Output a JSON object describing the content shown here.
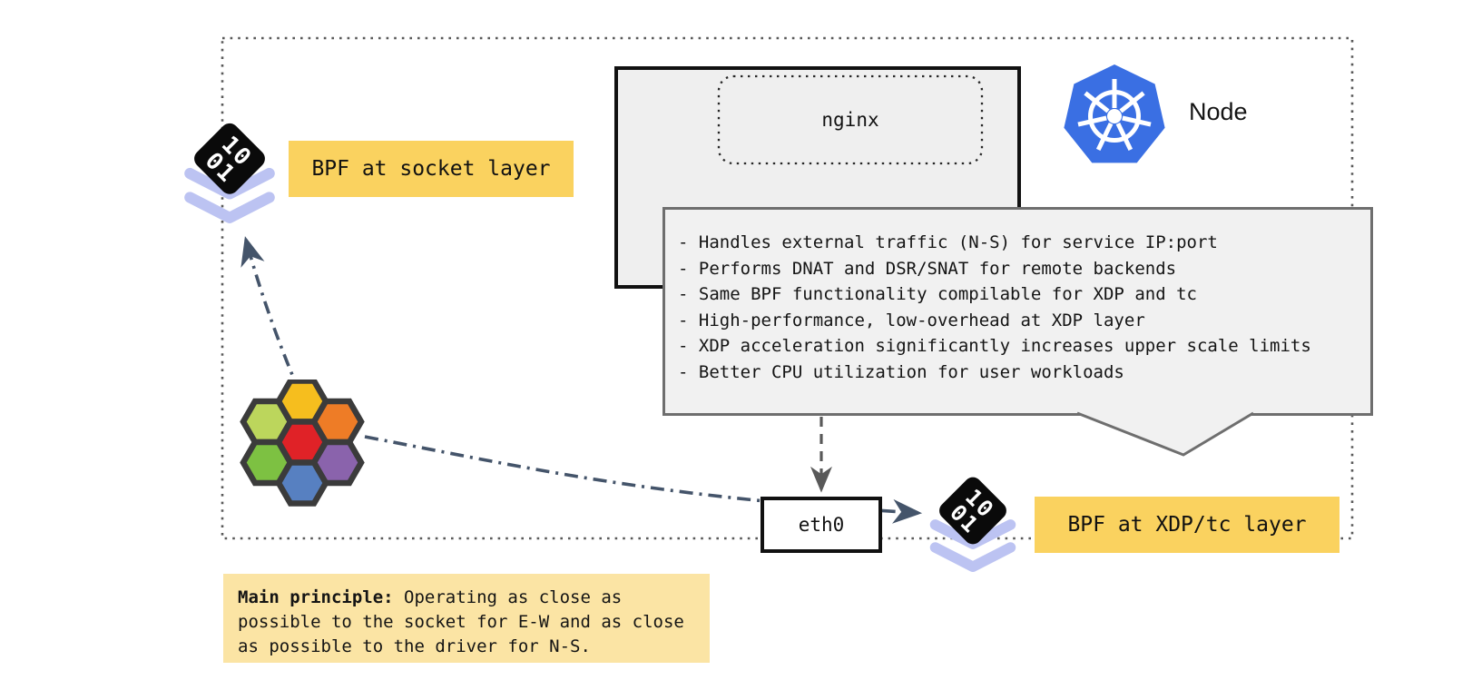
{
  "node": {
    "label": "Node"
  },
  "pod": {
    "label": "nginx"
  },
  "interface": {
    "label": "eth0"
  },
  "labels": {
    "socket": "BPF at socket layer",
    "xdp": "BPF at XDP/tc layer"
  },
  "callout": {
    "bullets": [
      "- Handles external traffic (N-S) for service IP:port",
      "- Performs DNAT and DSR/SNAT for remote backends",
      "- Same BPF functionality compilable for XDP and tc",
      "- High-performance, low-overhead at XDP layer",
      "- XDP acceleration significantly increases upper scale limits",
      "- Better CPU utilization for user workloads"
    ]
  },
  "principle": {
    "title": "Main principle:",
    "body": " Operating as close as possible to the socket for E-W and as close as possible to the driver for N-S."
  },
  "bpf": {
    "bits_top": "10",
    "bits_bottom": "01"
  },
  "hexagons": {
    "top_left": "#bcd65c",
    "top": "#f6be1e",
    "top_right": "#ee7c26",
    "center": "#e02227",
    "bottom_left": "#7dc142",
    "bottom_right": "#8a63ac",
    "bottom": "#5780c1",
    "border": "#3b3b3b"
  },
  "colors": {
    "gold_label_bg": "#fad25f",
    "principle_bg": "#fbe4a4",
    "callout_bg": "#f1f1f1",
    "callout_border": "#6e6e6e",
    "pod_box_bg": "#efefef",
    "kubernetes_blue": "#3a6fe3",
    "connector_slate": "#44546a",
    "dotted_gray": "#595959",
    "bpf_layer_lavender": "#bcc3f2"
  }
}
